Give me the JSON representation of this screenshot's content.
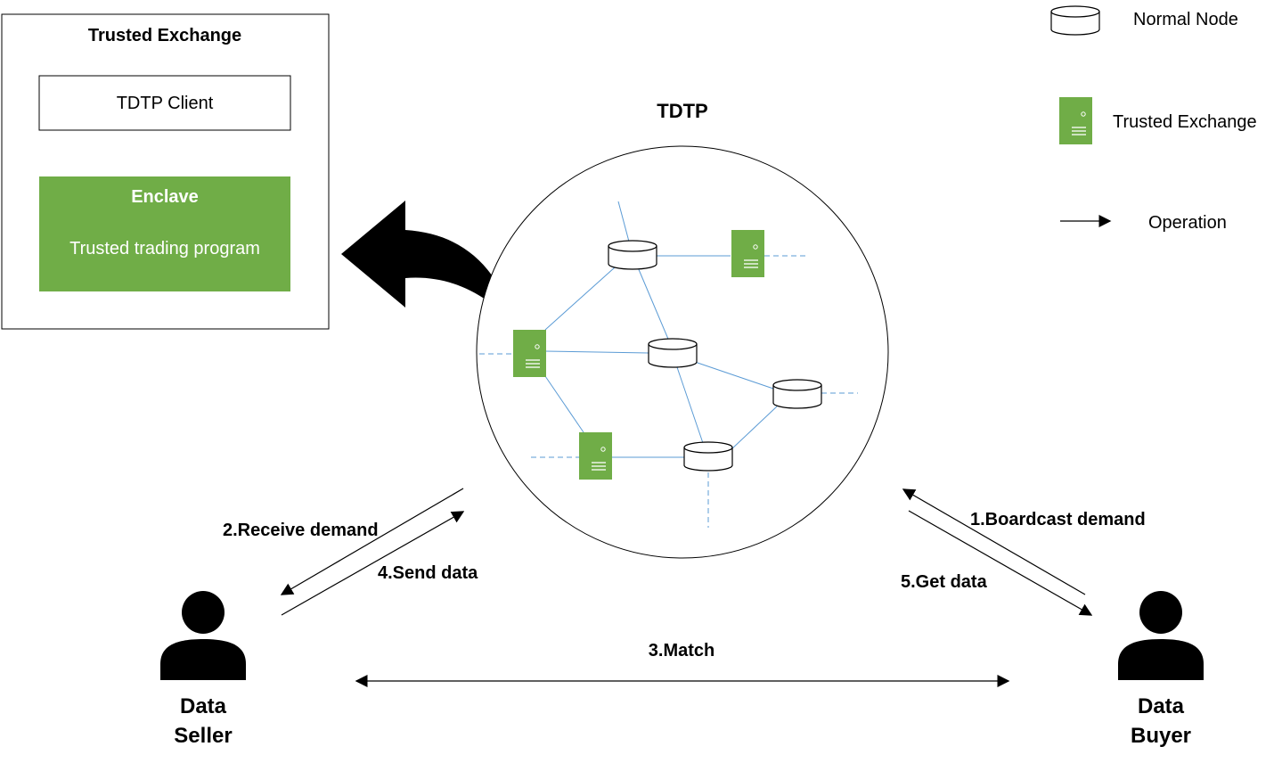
{
  "trusted_exchange_box": {
    "title": "Trusted Exchange",
    "client_label": "TDTP Client",
    "enclave_title": "Enclave",
    "enclave_program": "Trusted trading program"
  },
  "network": {
    "title": "TDTP"
  },
  "legend": {
    "normal_node": "Normal Node",
    "trusted_exchange": "Trusted  Exchange",
    "operation": "Operation"
  },
  "actors": {
    "seller_line1": "Data",
    "seller_line2": "Seller",
    "buyer_line1": "Data",
    "buyer_line2": "Buyer"
  },
  "operations": {
    "step1": "1.Boardcast  demand",
    "step2": "2.Receive demand",
    "step3": "3.Match",
    "step4": "4.Send data",
    "step5": "5.Get data"
  },
  "colors": {
    "trusted_green": "#70ad47",
    "link_blue": "#5b9bd5"
  }
}
